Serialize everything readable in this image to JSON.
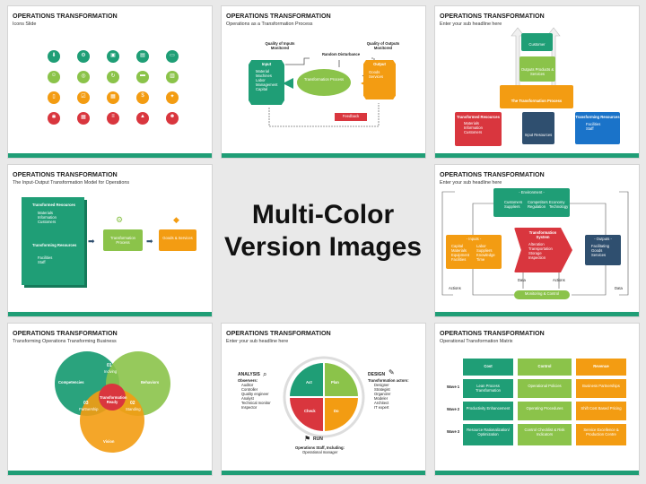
{
  "center": {
    "line1": "Multi-Color",
    "line2": "Version Images"
  },
  "s1": {
    "title": "OPERATIONS TRANSFORMATION",
    "sub": "Icons Slide"
  },
  "s2": {
    "title": "OPERATIONS TRANSFORMATION",
    "sub": "Operations as a Transformation Process",
    "inputs_hdr": "Quality of Inputs Monitored",
    "disturb": "Random Disturbance",
    "outputs_hdr": "Quality of Outputs Monitored",
    "input_label": "Input",
    "input_items": [
      "Material",
      "Machines",
      "Labor",
      "Management",
      "Capital"
    ],
    "process": "Transformation Process",
    "output_label": "Output",
    "output_items": [
      "Goods",
      "Services"
    ],
    "feedback": "Feedback"
  },
  "s3": {
    "title": "OPERATIONS TRANSFORMATION",
    "sub": "Enter your sub headline here",
    "customer": "Customer",
    "outputs": "Outputs Products & Services",
    "process": "The Transformation Process",
    "transformed": "Transformed Resources",
    "transformed_items": [
      "Materials",
      "Information",
      "Customers"
    ],
    "input_res": "Input Resources",
    "transforming": "Transforming Resources",
    "transforming_items": [
      "Facilities",
      "Staff"
    ]
  },
  "s4": {
    "title": "OPERATIONS TRANSFORMATION",
    "sub": "The Input-Output Transformation Model for Operations",
    "transformed": "Transformed Resources",
    "transformed_items": [
      "Materials",
      "Information",
      "Customers"
    ],
    "transforming": "Transforming Resources",
    "transforming_items": [
      "Facilities",
      "Staff"
    ],
    "process": "Transformation Process",
    "goods": "Goods & Services"
  },
  "s5": {
    "title": "OPERATIONS TRANSFORMATION",
    "sub": "Enter your sub headline here",
    "environment": "- Environment -",
    "env_items": [
      "Customers",
      "Suppliers",
      "Competitors",
      "Regulation",
      "Economy",
      "Technology"
    ],
    "inputs": "- Inputs -",
    "inputs_items": [
      "Capital",
      "Materials",
      "Equipment",
      "Facilities",
      "Labor",
      "Suppliers",
      "Knowledge",
      "Time"
    ],
    "system": "Transformation System",
    "system_items": [
      "Alteration",
      "Transportation",
      "Storage",
      "Inspection"
    ],
    "outputs": "- Outputs -",
    "outputs_items": [
      "Facilitating",
      "Goods",
      "Services"
    ],
    "monitoring": "Monitoring & Control",
    "data": "Data",
    "actions": "Actions"
  },
  "s6": {
    "title": "OPERATIONS TRANSFORMATION",
    "sub": "Transforming Operations Transforming Business",
    "competencies": "Competencies",
    "behaviors": "Behaviors",
    "vision": "Vision",
    "c01": "01",
    "c01l": "Inclving",
    "c02": "02",
    "c02l": "Standing",
    "c03": "03",
    "c03l": "Partnership",
    "center": "Transformation Ready"
  },
  "s7": {
    "title": "OPERATIONS TRANSFORMATION",
    "sub": "Enter your sub headline here",
    "analysis": "ANALYSIS",
    "observers": "Observers:",
    "observers_items": [
      "Auditor",
      "Controller",
      "Quality engineer",
      "Analyst",
      "Technical monitor",
      "Inspector"
    ],
    "design": "DESIGN",
    "actors": "Transformation actors:",
    "actors_items": [
      "Designer",
      "Strategist",
      "Organizer",
      "Modeler",
      "Architect",
      "IT expert"
    ],
    "run": "RUN",
    "staff": "Operations Staff, Including:",
    "staff_items": [
      "Operational manager"
    ],
    "act": "Act",
    "plan": "Plan",
    "check": "Check",
    "do": "Do"
  },
  "s8": {
    "title": "OPERATIONS TRANSFORMATION",
    "sub": "Operational Transformation Matrix",
    "cols": [
      "Cost",
      "Control",
      "Revenue"
    ],
    "rows": [
      {
        "wave": "Wave 1",
        "cells": [
          "Lean Process Transformation",
          "Operational Policies",
          "Business Partnerships"
        ]
      },
      {
        "wave": "Wave 2",
        "cells": [
          "Productivity Enhancement",
          "Operating Procedures",
          "Shift Cost Based Pricing"
        ]
      },
      {
        "wave": "Wave 3",
        "cells": [
          "Resource Rationalization/ Optimization",
          "Control Checklist & Risk Indicators",
          "Service Excellence & Production Centre"
        ]
      }
    ]
  },
  "colors": {
    "green": "#1f9e76",
    "light_green": "#8bc34a",
    "orange": "#f39c12",
    "red": "#d9363e",
    "navy": "#2f4f6f",
    "blue": "#1a73c9"
  }
}
